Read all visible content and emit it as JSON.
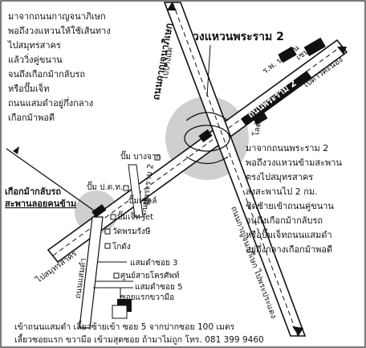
{
  "directions_top_left": [
    "มาจากถนนกาญจนาภิเษก",
    "พอถึงวงแหวนให้ใช้เส้นทาง",
    "ไปสมุทรสาคร",
    "แล้ววิ่งคู่ขนาน",
    "จนถึงเกือกม้ากลับรถ",
    "หรือปั๊มเจ็ท",
    "ถนนแสมดำอยู่กึ่งกลาง",
    "เกือกม้าพอดี"
  ],
  "directions_right": [
    "มาจากถนนพระราม 2",
    "พอถึงวงแหวนข้ามสะพาน",
    "ตรงไปสมุทรสาคร",
    "ลงสะพานไป 2 กม.",
    "ชิดซ้ายเข้าถนนคู่ขนาน",
    "จนถึงเกือกม้ากลับรถ",
    "หรือปั๊มเจ็ทถนนแสมดำ",
    "อยู่กึ่งกลางเกือกม้าพอดี"
  ],
  "footer": [
    "เข้าถนนแสมดำ เลี้ยวซ้ายเข้า ซอย 5 จากปากซอย 100 เมตร",
    "เลี้ยวซอยแรก ขวามือ เข้ามสุดซอย ถ้ามาไม่ถูก โทร. 081 399 9460"
  ],
  "landmarks": {
    "ring_title": "วงแหวนพระราม 2",
    "kanchana": "ถนนกาญจนาภิเษก",
    "to_bangkhae": "ไปบางแค",
    "rama2_road": "ถนนพระราม 2",
    "to_bangkok": "ไปดาวคะนอง",
    "hospital": "ร.พ. นครธน",
    "central": "เซนทรัล",
    "lotus": "โลตัส",
    "pump_bangchak": "ปั๊ม บางจาก",
    "pump_ptt": "ปั๊ม ป.ต.ท.",
    "pump_shell": "ปั๊มเชลล์",
    "pump_jet": "ปั๊มเจ็ท Jet",
    "wat": "วัดพรมรังษี",
    "kokang": "โกดัง",
    "soi3": "แสมดำซอย 3",
    "health_center": "ศูนย์สายโครศัพท์",
    "soi5": "แสมดำซอย 5",
    "first_soi": "ซอยแรกขวามือ",
    "horseshoe_title": "เกือกม้ากลับรถ",
    "horseshoe_sub": "สะพานลอยคนข้าม",
    "to_samut_sakhon": "ไปสมุทรสาคร",
    "samae_dam": "ถนนแสมดำ",
    "thian_thale": "ถนนพระราม 2",
    "to_pak_tho": "ถนนกาญจนาภิเษก ไปพระประแดง"
  }
}
